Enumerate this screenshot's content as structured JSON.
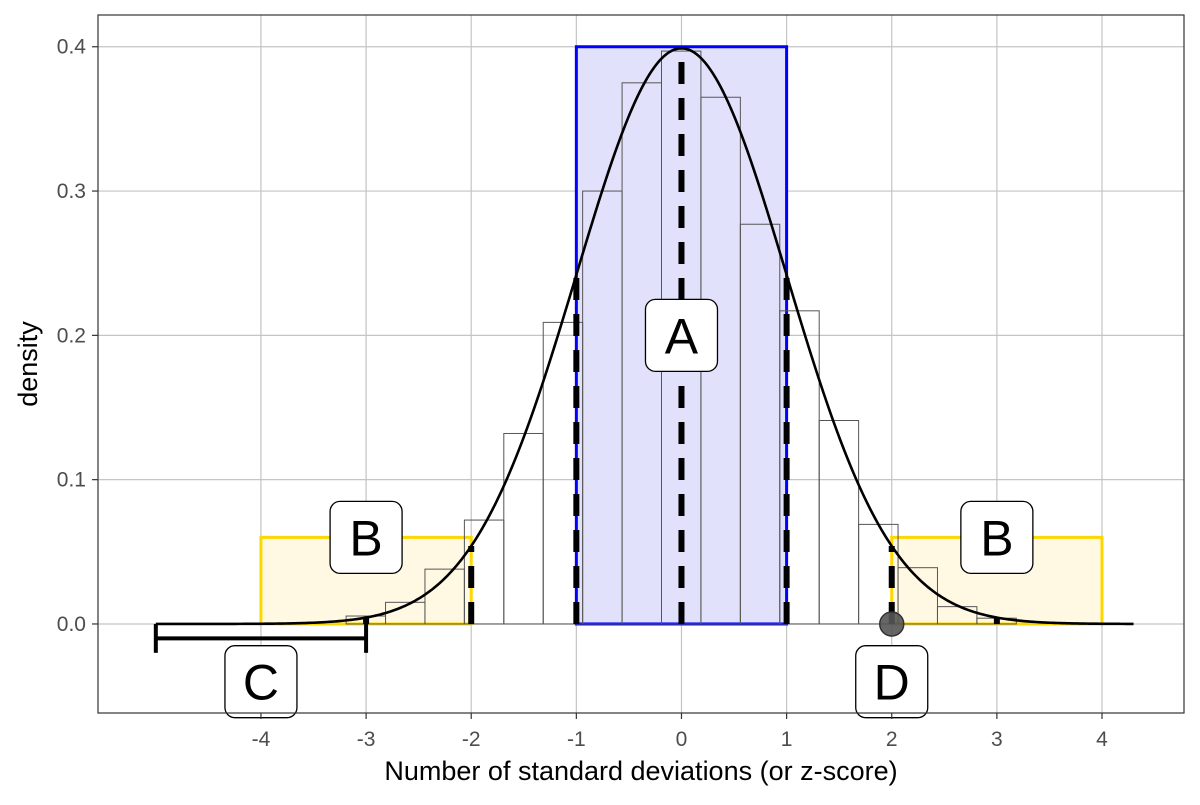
{
  "chart_data": {
    "type": "bar",
    "title": "",
    "xlabel": "Number of standard deviations (or z-score)",
    "ylabel": "density",
    "xlim": [
      -5.55,
      4.78
    ],
    "ylim": [
      -0.0617,
      0.422
    ],
    "grid": true,
    "x_ticks": [
      -4,
      -3,
      -2,
      -1,
      0,
      1,
      2,
      3,
      4
    ],
    "x_tick_labels": [
      "-4",
      "-3",
      "-2",
      "-1",
      "0",
      "1",
      "2",
      "3",
      "4"
    ],
    "y_ticks": [
      0,
      0.1,
      0.2,
      0.3,
      0.4
    ],
    "y_tick_labels": [
      "0.0",
      "0.1",
      "0.2",
      "0.3",
      "0.4"
    ],
    "histogram": {
      "bin_start": -3.19,
      "bin_width": 0.375,
      "values": [
        0.0055,
        0.015,
        0.038,
        0.072,
        0.132,
        0.209,
        0.3,
        0.375,
        0.397,
        0.365,
        0.277,
        0.217,
        0.141,
        0.069,
        0.039,
        0.012,
        0.004
      ]
    },
    "normal_curve": {
      "mean": 0,
      "sd": 1,
      "x_range": [
        -5,
        4.3
      ]
    },
    "dashed_lines_x": [
      -3,
      -2,
      -1,
      0,
      1,
      2,
      3
    ],
    "regions": [
      {
        "name": "A",
        "x": [
          -1,
          1
        ],
        "y": [
          0,
          0.4
        ],
        "stroke": "#0000ff",
        "fill": "#e1e1fb"
      },
      {
        "name": "B-left",
        "x": [
          -4,
          -2
        ],
        "y": [
          0,
          0.06
        ],
        "stroke": "#ffd700",
        "fill": "#fff9e3"
      },
      {
        "name": "B-right",
        "x": [
          2,
          4
        ],
        "y": [
          0,
          0.06
        ],
        "stroke": "#ffd700",
        "fill": "#fff9e3"
      }
    ],
    "error_bar": {
      "xmin": -5,
      "xmax": -3,
      "y": -0.01,
      "whisker": [
        0,
        -0.02
      ]
    },
    "point": {
      "x": 2,
      "y": 0,
      "color": "#555555"
    },
    "annotations": [
      {
        "text": "A",
        "x": 0,
        "y": 0.2
      },
      {
        "text": "B",
        "x": -3,
        "y": 0.06
      },
      {
        "text": "B",
        "x": 3,
        "y": 0.06
      },
      {
        "text": "C",
        "x": -4,
        "y": -0.04
      },
      {
        "text": "D",
        "x": 2,
        "y": -0.04
      }
    ]
  }
}
